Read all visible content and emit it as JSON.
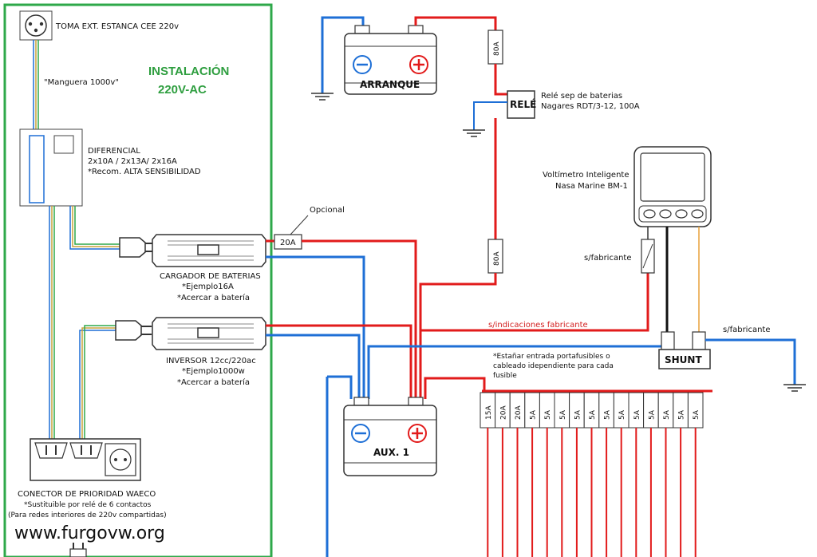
{
  "site": "www.furgovw.org",
  "installation": {
    "line1": "INSTALACIÓN",
    "line2": "220V-AC"
  },
  "socket": {
    "label": "TOMA EXT. ESTANCA CEE 220v"
  },
  "hose": {
    "label": "\"Manguera 1000v\""
  },
  "differential": {
    "title": "DIFERENCIAL",
    "line2": "2x10A / 2x13A/ 2x16A",
    "line3": "*Recom. ALTA SENSIBILIDAD"
  },
  "charger": {
    "title": "CARGADOR DE BATERIAS",
    "line2": "*Ejemplo16A",
    "line3": "*Acercar a batería"
  },
  "inverter": {
    "title": "INVERSOR 12cc/220ac",
    "line2": "*Ejemplo1000w",
    "line3": "*Acercar a batería"
  },
  "waeco": {
    "title": "CONECTOR DE PRIORIDAD WAECO",
    "line2": "*Sustituible por relé de 6 contactos",
    "line3": "(Para redes interiores de 220v compartidas)"
  },
  "battery_start": {
    "label": "ARRANQUE"
  },
  "battery_aux": {
    "label": "AUX. 1"
  },
  "relay": {
    "label": "RELÉ",
    "desc1": "Relé sep de baterias",
    "desc2": "Nagares RDT/3-12, 100A"
  },
  "fuses": {
    "top": "80A",
    "mid": "80A",
    "optional_label": "Opcional",
    "optional_value": "20A"
  },
  "voltmeter": {
    "line1": "Voltímetro Inteligente",
    "line2": "Nasa Marine BM-1"
  },
  "shunt": {
    "label": "SHUNT"
  },
  "manufacturer": {
    "left": "s/fabricante",
    "right": "s/fabricante",
    "red_line": "s/indicaciones fabricante"
  },
  "fusebox": {
    "note1": "*Estañar entrada portafusibles o",
    "note2": "cableado idependiente para cada",
    "note3": "fusible",
    "fuses": [
      "15A",
      "20A",
      "20A",
      "5A",
      "5A",
      "5A",
      "5A",
      "5A",
      "5A",
      "5A",
      "5A",
      "5A",
      "5A",
      "5A",
      "5A"
    ]
  },
  "colors": {
    "red": "#e21b1b",
    "blue": "#1e6fd6",
    "green": "#2ea84a",
    "black": "#111111"
  }
}
